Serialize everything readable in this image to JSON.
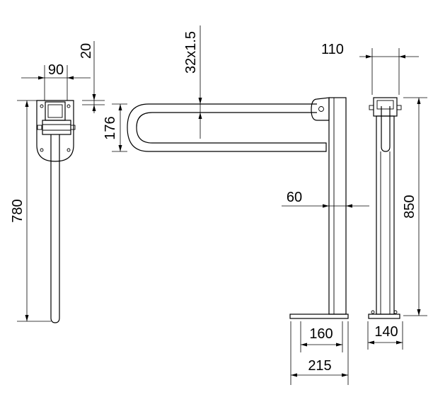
{
  "dimensions": {
    "side_width": "90",
    "bracket_offset": "20",
    "side_length": "780",
    "tube_spec": "32x1.5",
    "rail_height": "176",
    "post_width": "60",
    "front_width": "110",
    "total_height": "850",
    "foot_inner": "160",
    "foot_outer": "215",
    "front_base": "140"
  },
  "colors": {
    "line": "#000000",
    "background": "#ffffff"
  }
}
